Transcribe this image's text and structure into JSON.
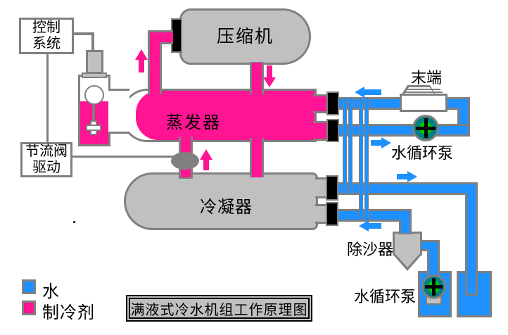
{
  "diagram_title": "满液式冷水机组工作原理图",
  "labels": {
    "control_system_l1": "控制",
    "control_system_l2": "系统",
    "compressor": "压缩机",
    "evaporator": "蒸发器",
    "throttle_drive_l1": "节流阀",
    "throttle_drive_l2": "驱动",
    "condenser": "冷凝器",
    "terminal": "末端",
    "chilled_water_pump": "水循环泵",
    "sand_remover": "除沙器",
    "cooling_water_pump": "水循环泵"
  },
  "legend": {
    "water_label": "水",
    "refrigerant_label": "制冷剂",
    "water_color": "#1E90FF",
    "refrigerant_color": "#FF1493"
  },
  "colors": {
    "equipment_fill": "#C0C0C0",
    "outline_gray": "#808080",
    "port_black": "#000000",
    "pump_ring_teal": "#008080",
    "pump_core_green": "#00CC00"
  }
}
